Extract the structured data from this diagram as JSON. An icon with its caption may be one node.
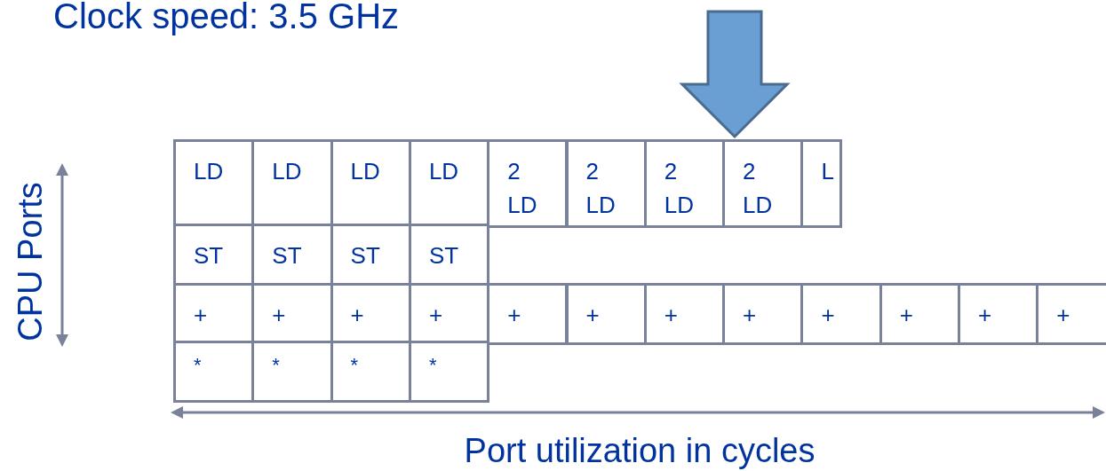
{
  "diagram": {
    "labels": [
      "Clock speed: 3.5 GHz",
      "LD",
      "LD",
      "LD",
      "LD",
      "2 LD",
      "2 LD",
      "2 LD",
      "2 LD",
      "L",
      "ST",
      "ST",
      "ST",
      "ST",
      "+",
      "+",
      "+",
      "+",
      "+",
      "+",
      "+",
      "+",
      "+",
      "+",
      "+",
      "+",
      "*",
      "*",
      "*",
      "*",
      "CPU Ports",
      "Port utilization in cycles"
    ]
  }
}
